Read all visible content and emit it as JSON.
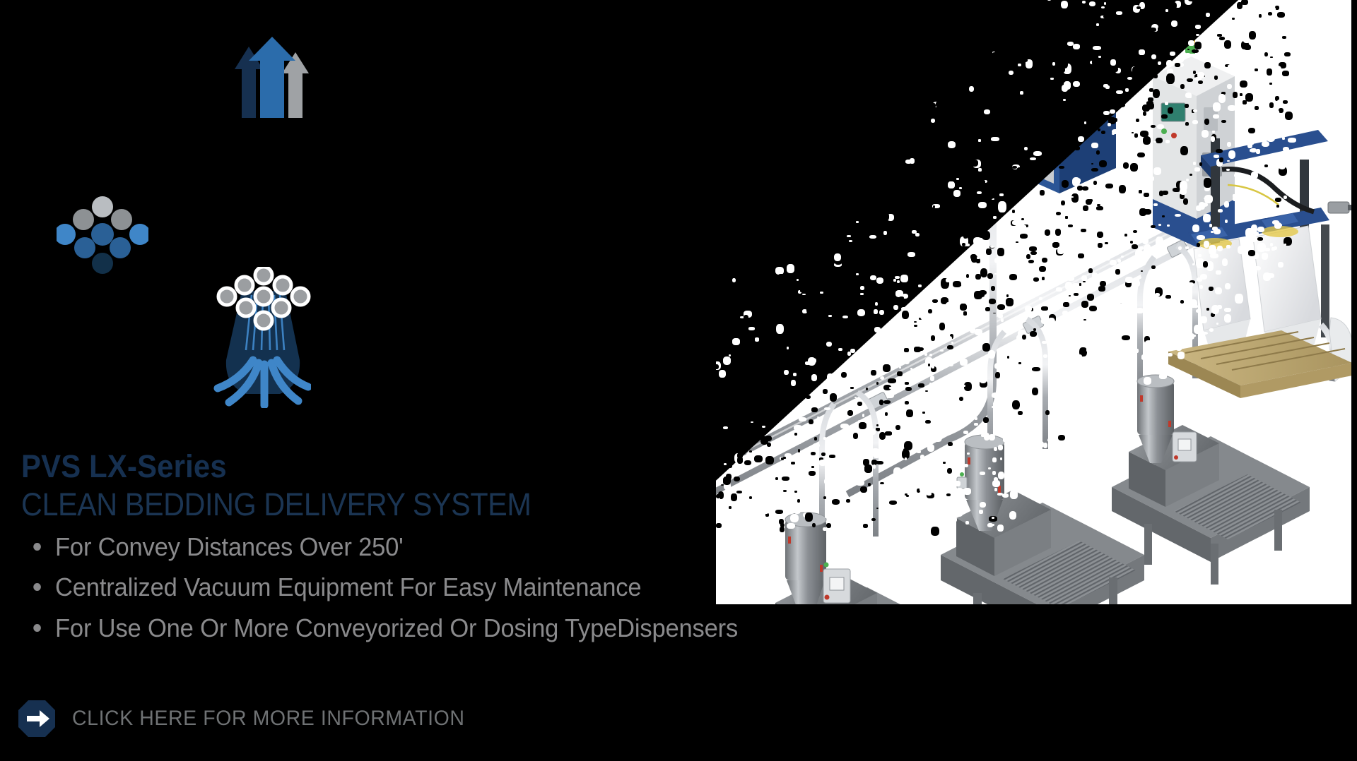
{
  "banner": {
    "background_color": "#000000",
    "title": "PVS LX-Series",
    "subtitle": "CLEAN BEDDING DELIVERY SYSTEM",
    "title_color": "#163050",
    "subtitle_color": "#1b3553",
    "feature_color": "#8a8a8c"
  },
  "features": [
    {
      "text": "For Convey Distances Over 250'"
    },
    {
      "text": "Centralized Vacuum Equipment For Easy Maintenance"
    },
    {
      "text": "For Use One Or More Conveyorized Or Dosing TypeDispensers"
    }
  ],
  "cta": {
    "label": "CLICK HERE FOR MORE INFORMATION",
    "icon": "arrow-right-octagon-icon",
    "icon_color": "#163050",
    "label_color": "#6f7274"
  },
  "icons": [
    {
      "name": "three-up-arrows-icon",
      "description": "Three upward arrows of differing heights",
      "colors": [
        "#163050",
        "#2b6cab",
        "#9fa2a5"
      ]
    },
    {
      "name": "particle-cluster-icon",
      "description": "Nine circular particles arranged in a diamond cluster",
      "colors": [
        "#b9bdc1",
        "#8d9194",
        "#3f86c8",
        "#2a6096",
        "#123049"
      ]
    },
    {
      "name": "bedding-dispense-spray-icon",
      "description": "Funnel of particles dispersing into flowing streams",
      "colors": [
        "#9b9ea1",
        "#13314f",
        "#3f86c8"
      ]
    }
  ],
  "product_image": {
    "name": "pvs-lx-series-system-render",
    "panel_color": "#ffffff",
    "edge_effect": "speckled-dissolve",
    "components": [
      {
        "name": "vacuum-power-unit",
        "color": "#2f5a9e"
      },
      {
        "name": "separator-tank",
        "color": "#2f5a9e"
      },
      {
        "name": "control-panel",
        "color": "#e8e9ea"
      },
      {
        "name": "stack-light",
        "color": "#d8b022"
      },
      {
        "name": "bulk-bag-unloader-frame",
        "color": "#2a4f8f"
      },
      {
        "name": "bulk-bag",
        "color": "#f2f3f4"
      },
      {
        "name": "wooden-pallet",
        "color": "#bda772"
      },
      {
        "name": "overhead-convey-line",
        "color": "#b9bcc0"
      },
      {
        "name": "dispenser-station-1",
        "color": "#8e9093"
      },
      {
        "name": "dispenser-station-2",
        "color": "#8e9093"
      },
      {
        "name": "dispenser-station-3",
        "color": "#8e9093"
      }
    ]
  }
}
